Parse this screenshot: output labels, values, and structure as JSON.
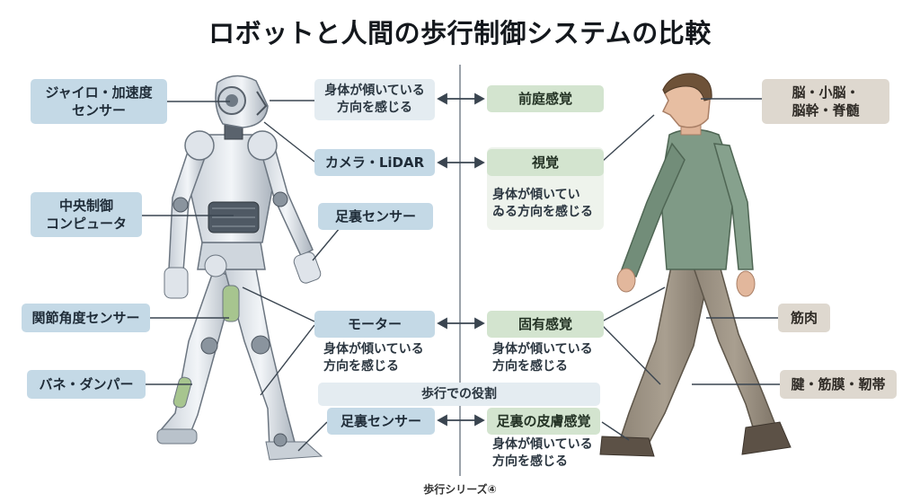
{
  "title": "ロボットと人間の歩行制御システムの比較",
  "footer": "歩行シリーズ④",
  "robot_parts": {
    "gyro": "ジャイロ・加速度\nセンサー",
    "cpu": "中央制御\nコンピュータ",
    "joint_sensor": "関節角度センサー",
    "spring": "バネ・ダンパー"
  },
  "human_parts": {
    "brain": "脳・小脳・\n脳幹・脊髄",
    "muscle": "筋肉",
    "tendon": "腱・筋膜・靭帯"
  },
  "center": {
    "robot": {
      "r1_desc": "身体が傾いている\n方向を感じる",
      "r2": "カメラ・LiDAR",
      "r3": "足裏センサー",
      "r4": "モーター",
      "r4_desc": "身体が傾いている\n方向を感じる",
      "r5": "足裏センサー"
    },
    "human": {
      "h1": "前庭感覚",
      "h2": "視覚",
      "h2_desc": "身体が傾いてい\nゐる方向を感じる",
      "h4": "固有感覚",
      "h4_desc": "身体が傾いている\n方向を感じる",
      "h5": "足裏の皮膚感覚",
      "h5_desc": "身体が傾いている\n方向を感じる"
    },
    "role_label": "歩行での役割"
  },
  "colors": {
    "robot_box": "#c4d9e6",
    "human_box_center": "#d3e4cf",
    "human_box_side": "#ded8cf",
    "connector": "#3a4550"
  }
}
